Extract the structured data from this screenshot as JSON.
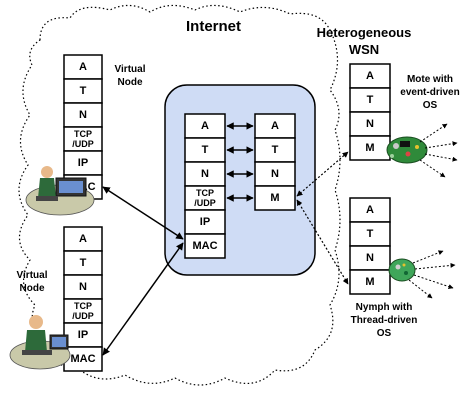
{
  "title": "Internet",
  "wsn_title_line1": "Heterogeneous",
  "wsn_title_line2": "WSN",
  "virtual_node_top_line1": "Virtual",
  "virtual_node_top_line2": "Node",
  "virtual_node_bottom_line1": "Virtual",
  "virtual_node_bottom_line2": "Node",
  "mote_label_line1": "Mote with",
  "mote_label_line2": "event-driven",
  "mote_label_line3": "OS",
  "nymph_label_line1": "Nymph with",
  "nymph_label_line2": "Thread-driven",
  "nymph_label_line3": "OS",
  "stack_full": [
    "A",
    "T",
    "N",
    "TCP\n/UDP",
    "IP",
    "MAC"
  ],
  "gateway_left": [
    "A",
    "T",
    "N",
    "TCP\n/UDP",
    "IP",
    "MAC"
  ],
  "gateway_right": [
    "A",
    "T",
    "N",
    "M"
  ],
  "sensor_stack": [
    "A",
    "T",
    "N",
    "M"
  ],
  "colors": {
    "gateway_fill": "#cfdcf5",
    "gateway_stroke": "#000000",
    "cloud_stroke": "#000000"
  }
}
